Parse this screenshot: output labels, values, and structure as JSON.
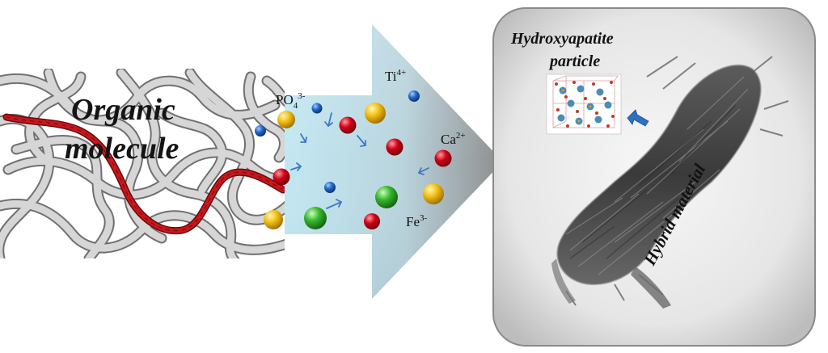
{
  "labels": {
    "organic_line1": "Organic",
    "organic_line2": "molecule",
    "hap_line1": "Hydroxyapatite",
    "hap_line2": "particle",
    "hybrid": "Hybrid material"
  },
  "ions": {
    "phosphate": {
      "base": "PO",
      "sub": "4",
      "sup": "3-"
    },
    "titanium": {
      "base": "Ti",
      "sup": "4+"
    },
    "calcium": {
      "base": "Ca",
      "sup": "2+"
    },
    "iron": {
      "base": "Fe",
      "sup": "3-"
    }
  },
  "colors": {
    "fiber_fill": "#d3d3d3",
    "fiber_stroke": "#6f6f6f",
    "chain_red": "#c8161d",
    "arrow_start": "#a9d9ea",
    "arrow_end": "#8f8f8f",
    "ball_yellow": "#f0b400",
    "ball_red": "#c5001a",
    "ball_green": "#2fae2a",
    "ball_blue": "#1f63c2",
    "small_arrow": "#3f78c8",
    "panel_border": "#8a8a8a"
  }
}
